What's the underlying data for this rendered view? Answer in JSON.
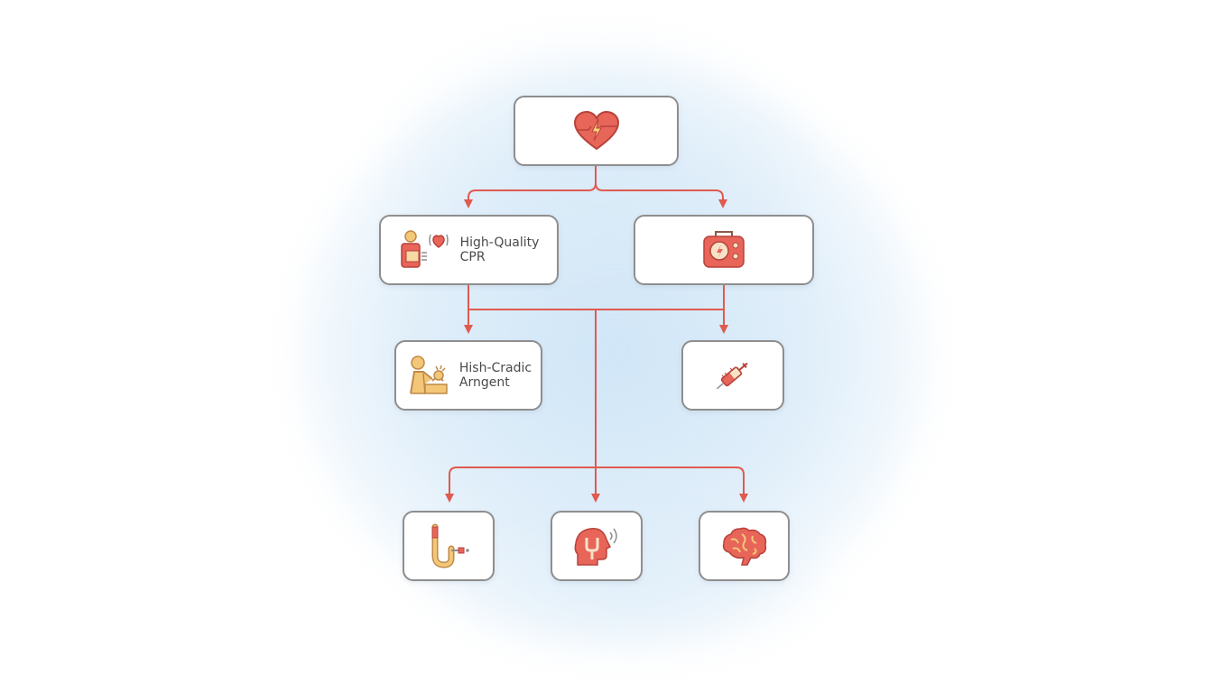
{
  "diagram": {
    "colors": {
      "connector": "#e05a4f",
      "node_border": "#8e8e8e",
      "icon_red": "#e8655a",
      "icon_yellow": "#f2c777"
    },
    "nodes": [
      {
        "id": "cardiac-arrest",
        "icon": "heart-lightning-icon",
        "label": ""
      },
      {
        "id": "cpr",
        "icon": "cpr-person-icon",
        "label": "High-Quality\nCPR"
      },
      {
        "id": "defibrillator",
        "icon": "defibrillator-icon",
        "label": ""
      },
      {
        "id": "cardiac-care",
        "icon": "person-compression-icon",
        "label": "Hish-Cradic\nArngent"
      },
      {
        "id": "medication",
        "icon": "syringe-icon",
        "label": ""
      },
      {
        "id": "airway",
        "icon": "airway-tube-icon",
        "label": ""
      },
      {
        "id": "head-assessment",
        "icon": "head-sound-icon",
        "label": ""
      },
      {
        "id": "brain-care",
        "icon": "brain-icon",
        "label": ""
      }
    ]
  }
}
